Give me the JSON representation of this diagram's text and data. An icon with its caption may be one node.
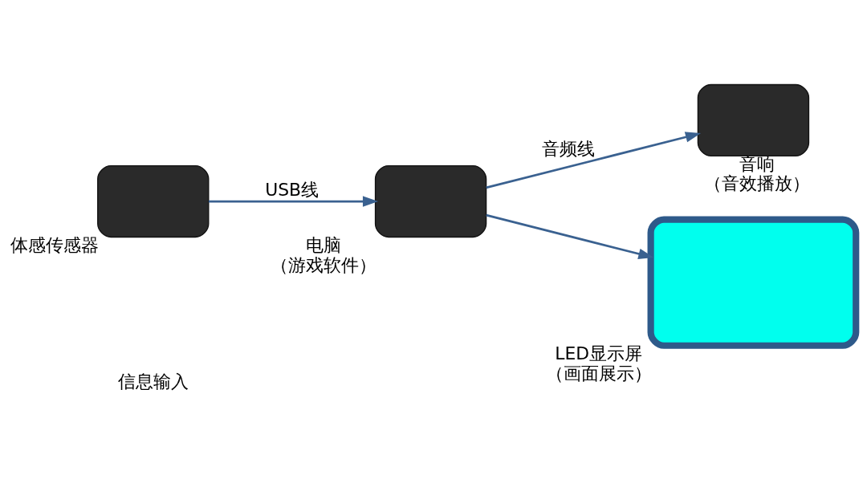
{
  "diagram": {
    "nodes": [
      {
        "text": [],
        "shape": "box",
        "beside": [
          "音响",
          "（音效播放）"
        ]
      },
      {
        "text": [],
        "shape": "box",
        "beside": [
          "体感传感器"
        ]
      },
      {
        "text": [],
        "shape": "box",
        "beside": [
          "电脑",
          "（游戏软件）"
        ]
      },
      {
        "text": [],
        "shape": "box",
        "beside": [
          "LED显示屏",
          "（画面展示）"
        ]
      }
    ],
    "edges": [
      {
        "from": 1,
        "to": 2,
        "arrow": "to",
        "label": "USB线"
      },
      {
        "from": 2,
        "to": 0,
        "arrow": "to",
        "label": "音频线"
      },
      {
        "from": 2,
        "to": 3,
        "arrow": "to"
      }
    ],
    "labels": [
      "信息输入"
    ]
  }
}
